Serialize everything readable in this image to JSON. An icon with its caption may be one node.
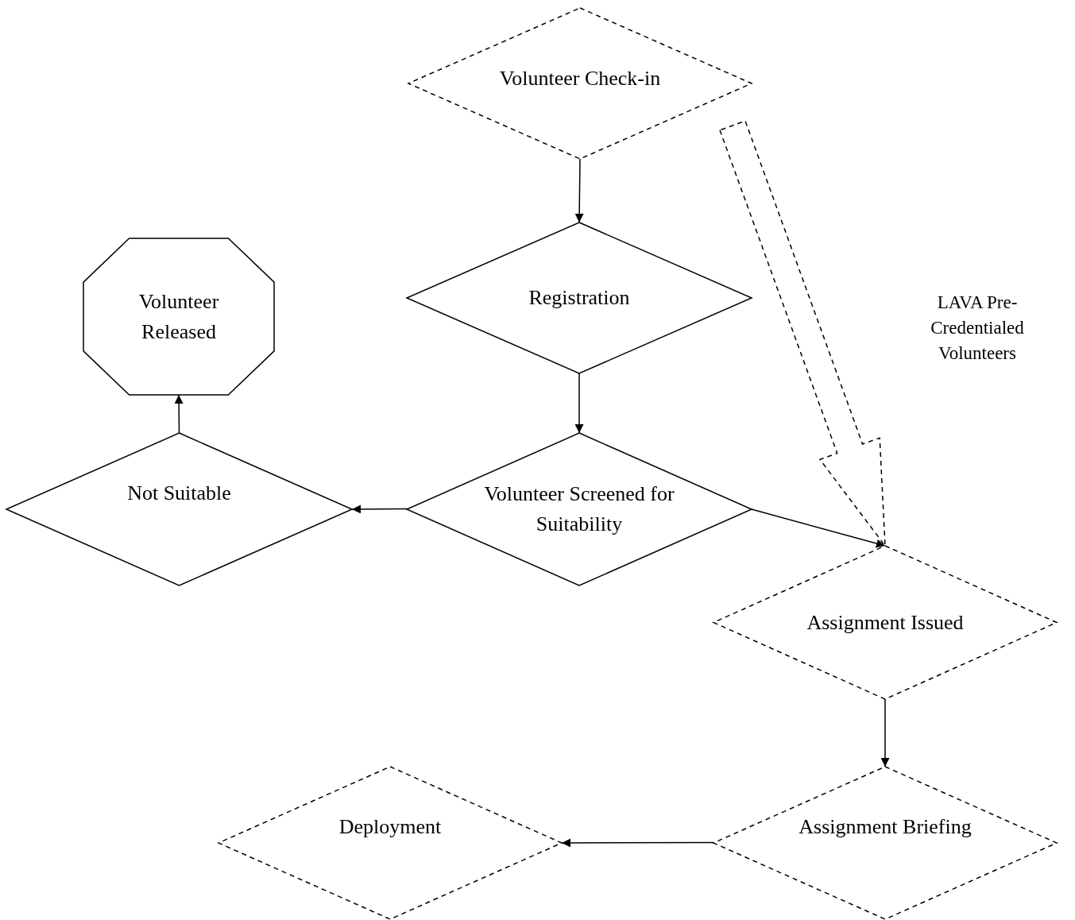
{
  "diagram": {
    "nodes": [
      {
        "text": [
          "Volunteer Check-in"
        ]
      },
      {
        "text": [
          "Registration"
        ]
      },
      {
        "text": [
          "Volunteer Released"
        ]
      },
      {
        "text": [
          "Not Suitable"
        ]
      },
      {
        "text": [
          "Volunteer Screened for Suitability"
        ]
      },
      {
        "text": [
          "Assignment Issued"
        ]
      },
      {
        "text": [
          "Assignment Briefing"
        ]
      },
      {
        "text": [
          "Deployment"
        ]
      }
    ],
    "edges": [
      {
        "from": 0,
        "to": 1,
        "arrow": "to"
      },
      {
        "from": 1,
        "to": 4,
        "arrow": "to"
      },
      {
        "from": 4,
        "to": 3,
        "arrow": "to"
      },
      {
        "from": 3,
        "to": 2,
        "arrow": "to"
      },
      {
        "from": 4,
        "to": 5,
        "arrow": "to"
      },
      {
        "from": null,
        "to": 5,
        "arrow": "to",
        "style": "dashed"
      },
      {
        "from": 5,
        "to": 6,
        "arrow": "to"
      },
      {
        "from": 6,
        "to": 7,
        "arrow": "to"
      }
    ],
    "labels": [
      "LAVA Pre-Credentialed Volunteers"
    ]
  }
}
